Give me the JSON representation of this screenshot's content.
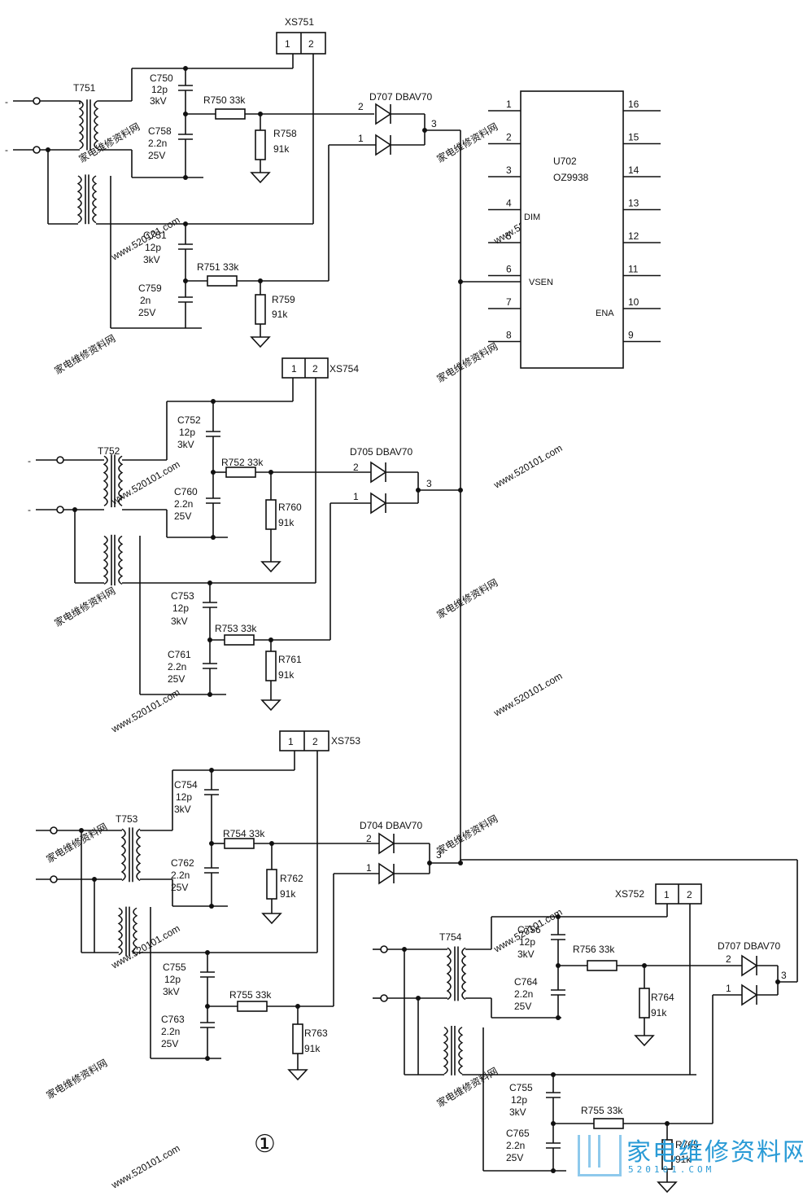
{
  "labels": {
    "t751": "T751",
    "t752": "T752",
    "t753": "T753",
    "t754": "T754",
    "xs751": "XS751",
    "xs754": "XS754",
    "xs753": "XS753",
    "xs752": "XS752",
    "pin1": "1",
    "pin2": "2",
    "pin3": "3",
    "dash": "-",
    "c750": [
      "C750",
      "12p",
      "3kV"
    ],
    "c758": [
      "C758",
      "2.2n",
      "25V"
    ],
    "c751": [
      "C751",
      "12p",
      "3kV"
    ],
    "c759": [
      "C759",
      "2n",
      "25V"
    ],
    "c752": [
      "C752",
      "12p",
      "3kV"
    ],
    "c760": [
      "C760",
      "2.2n",
      "25V"
    ],
    "c753": [
      "C753",
      "12p",
      "3kV"
    ],
    "c761": [
      "C761",
      "2.2n",
      "25V"
    ],
    "c754": [
      "C754",
      "12p",
      "3kV"
    ],
    "c762": [
      "C762",
      "2.2n",
      "25V"
    ],
    "c755": [
      "C755",
      "12p",
      "3kV"
    ],
    "c763": [
      "C763",
      "2.2n",
      "25V"
    ],
    "c756": [
      "C756",
      "12p",
      "3kV"
    ],
    "c764": [
      "C764",
      "2.2n",
      "25V"
    ],
    "c755b": [
      "C755",
      "12p",
      "3kV"
    ],
    "c765": [
      "C765",
      "2.2n",
      "25V"
    ],
    "r750": "R750 33k",
    "r758": [
      "R758",
      "91k"
    ],
    "r751": "R751 33k",
    "r759": [
      "R759",
      "91k"
    ],
    "r752": "R752 33k",
    "r760": [
      "R760",
      "91k"
    ],
    "r753": "R753 33k",
    "r761": [
      "R761",
      "91k"
    ],
    "r754": "R754 33k",
    "r762": [
      "R762",
      "91k"
    ],
    "r755": "R755 33k",
    "r763": [
      "R763",
      "91k"
    ],
    "r756": "R756 33k",
    "r764": [
      "R764",
      "91k"
    ],
    "r755b": "R755 33k",
    "r765": [
      "R765",
      "91k"
    ],
    "d707": "D707 DBAV70",
    "d705": "D705 DBAV70",
    "d704": "D704 DBAV70",
    "d707b": "D707 DBAV70",
    "u702": "U702",
    "ic": "OZ9938",
    "dim": "DIM",
    "vsen": "VSEN",
    "ena": "ENA",
    "left_pins": [
      "1",
      "2",
      "3",
      "4",
      "5",
      "6",
      "7",
      "8"
    ],
    "right_pins": [
      "16",
      "15",
      "14",
      "13",
      "12",
      "11",
      "10",
      "9"
    ]
  },
  "figure_number": "①",
  "watermark": {
    "site": "www.520101.com",
    "cn": "家电维修资料网"
  },
  "logo": {
    "cn": "家电维修资料网",
    "url": "520101.COM"
  }
}
